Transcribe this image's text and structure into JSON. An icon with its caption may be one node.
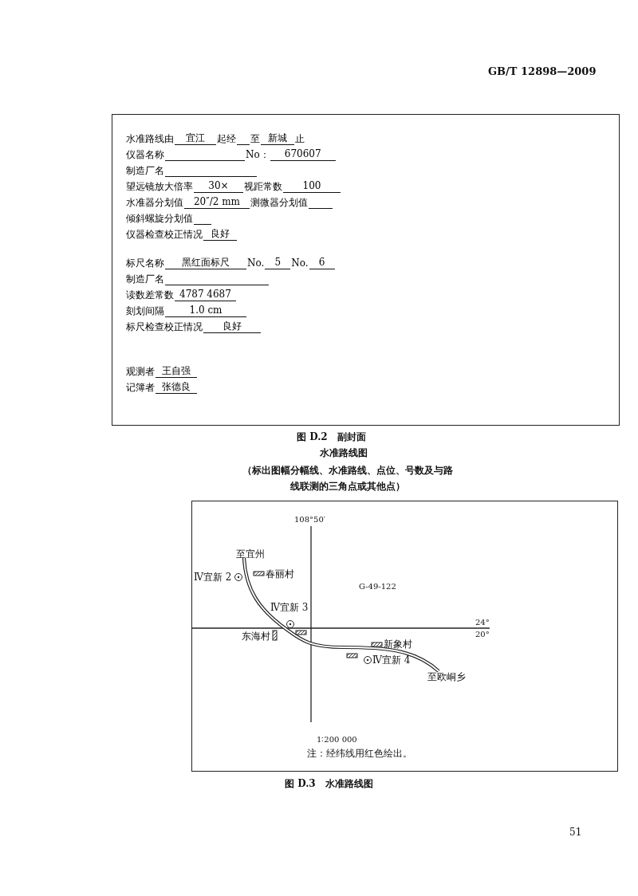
{
  "diagram": {
    "labels": [
      "GB/T 12898—2009",
      "水准路线由",
      "宜江",
      "起经",
      "至",
      "新城",
      "止",
      "仪器名称",
      "No：",
      "670607",
      "制造厂名",
      "望远镜放大倍率",
      "30×",
      "视距常数",
      "100",
      "水准器分划值",
      "20″/2 mm",
      "测微器分划值",
      "倾斜螺旋分划值",
      "仪器检查校正情况",
      "良好",
      "标尺名称",
      "黑红面标尺",
      "No.",
      "5",
      "No.",
      "6",
      "制造厂名",
      "读数差常数",
      "4787  4687",
      "刻划间隔",
      "1.0 cm",
      "标尺检查校正情况",
      "良好",
      "观测者",
      "王自强",
      "记簿者",
      "张德良",
      "图 D.2　副封面",
      "水准路线图",
      "（标出图幅分幅线、水准路线、点位、号数及与路线联测的三角点或其他点）",
      "108°50′",
      "至宜州",
      "Ⅳ宜新 2",
      "春丽村",
      "G-49-122",
      "Ⅳ宜新 3",
      "24°",
      "20°",
      "东海村",
      "新象村",
      "Ⅳ宜新 4",
      "至欧峒乡",
      "1∶200 000",
      "注：经纬线用红色绘出。",
      "图 D.3　水准路线图",
      "51"
    ]
  }
}
